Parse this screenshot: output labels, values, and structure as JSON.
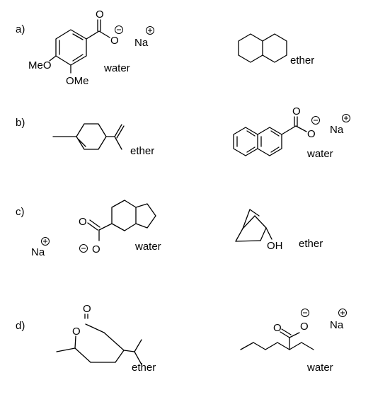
{
  "problems": [
    {
      "label": "a)",
      "left": {
        "atoms": {
          "carbonyl_o": "O",
          "carboxylate_o": "O",
          "methoxy_1": "MeO",
          "methoxy_2": "OMe",
          "cation": "Na"
        },
        "solvent": "water"
      },
      "right": {
        "solvent": "ether"
      }
    },
    {
      "label": "b)",
      "left": {
        "solvent": "ether"
      },
      "right": {
        "atoms": {
          "carbonyl_o": "O",
          "carboxylate_o": "O",
          "cation": "Na"
        },
        "solvent": "water"
      }
    },
    {
      "label": "c)",
      "left": {
        "atoms": {
          "carbonyl_o": "O",
          "carboxylate_o": "O",
          "cation": "Na"
        },
        "solvent": "water"
      },
      "right": {
        "atoms": {
          "hydroxyl": "OH"
        },
        "solvent": "ether"
      }
    },
    {
      "label": "d)",
      "left": {
        "atoms": {
          "ring_o": "O",
          "carbonyl_o": "O"
        },
        "solvent": "ether"
      },
      "right": {
        "atoms": {
          "carbonyl_o": "O",
          "carboxylate_o": "O",
          "cation": "Na"
        },
        "solvent": "water"
      }
    }
  ],
  "symbols": {
    "plus": "+",
    "minus": "−"
  }
}
